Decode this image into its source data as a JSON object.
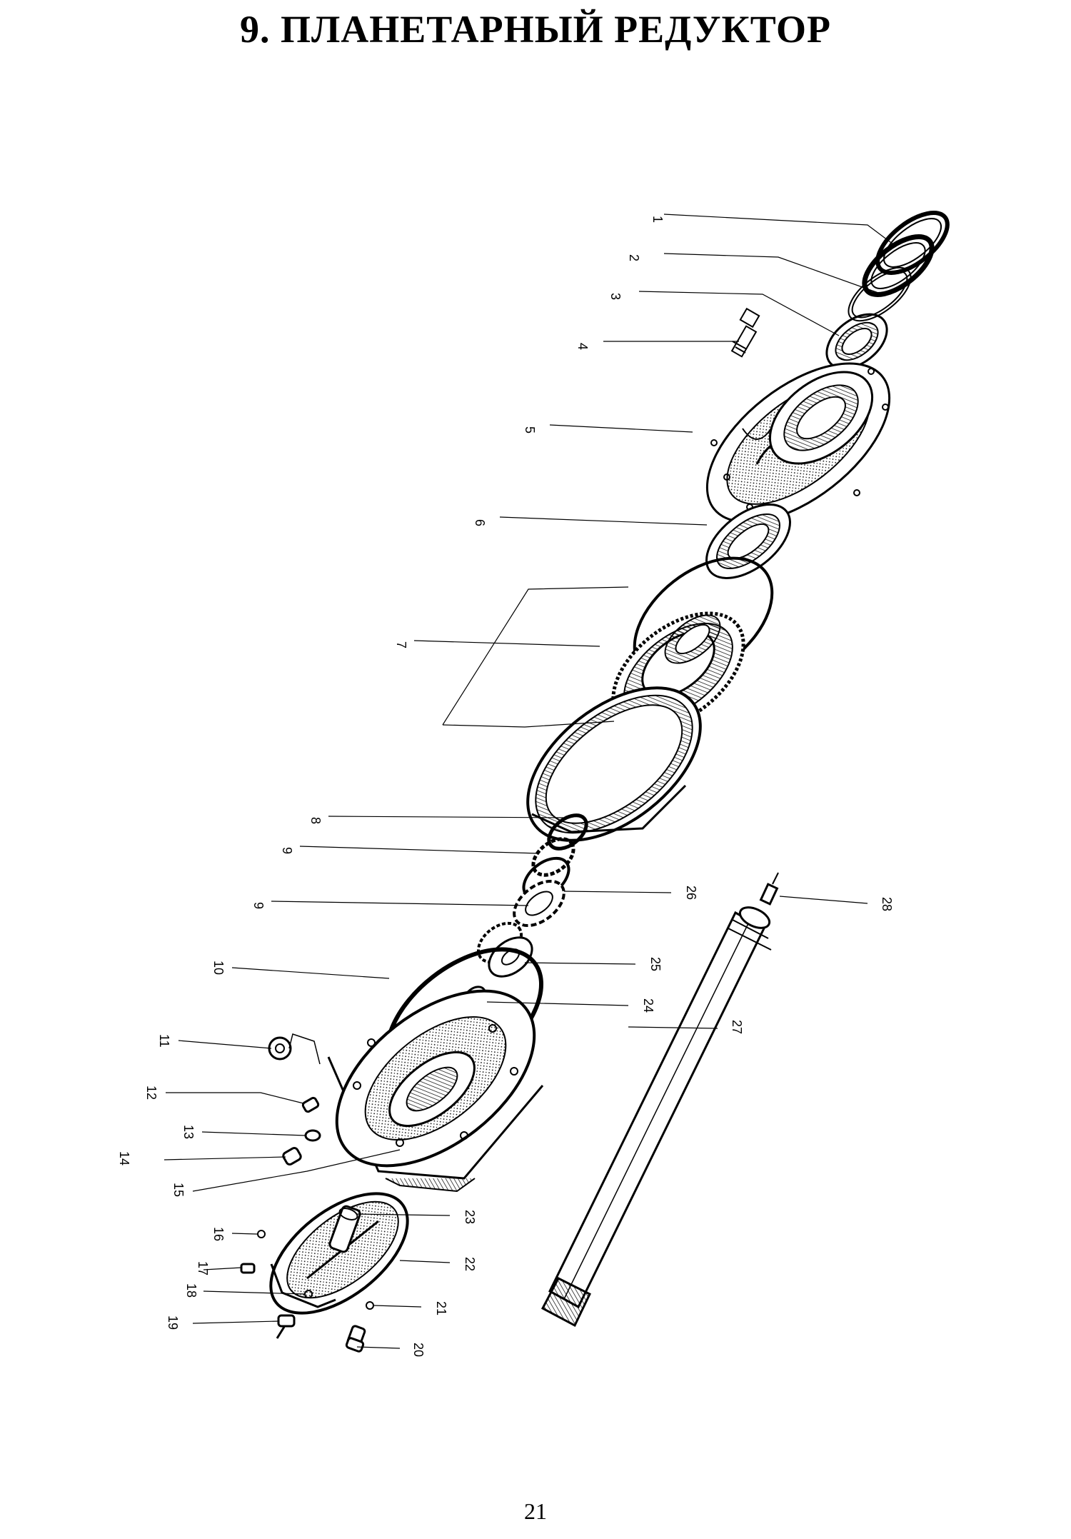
{
  "page": {
    "title": "9. ПЛАНЕТАРНЫЙ РЕДУКТОР",
    "page_number": "21"
  },
  "diagram": {
    "labels": {
      "p1": "1",
      "p2": "2",
      "p3": "3",
      "p4": "4",
      "p5": "5",
      "p6": "6",
      "p7": "7",
      "p8": "8",
      "p9a": "9",
      "p9b": "9",
      "p10": "10",
      "p11": "11",
      "p12": "12",
      "p13": "13",
      "p14": "14",
      "p15": "15",
      "p16": "16",
      "p17": "17",
      "p18": "18",
      "p19": "19",
      "p20": "20",
      "p21": "21",
      "p22": "22",
      "p23": "23",
      "p24": "24",
      "p25": "25",
      "p26": "26",
      "p27": "27",
      "p28": "28"
    }
  }
}
